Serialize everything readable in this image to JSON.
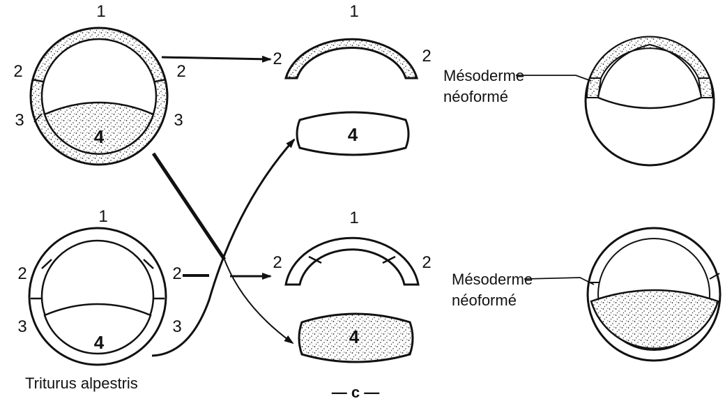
{
  "diagram": {
    "caption_species": "Triturus alpestris",
    "figure_label": "— c —",
    "mesoderm_label_line1": "Mésoderme",
    "mesoderm_label_line2": "néoformé",
    "region_labels": {
      "one": "1",
      "two": "2",
      "three": "3",
      "four": "4"
    },
    "fills": {
      "stippled": "dotted",
      "plain": "white"
    },
    "colors": {
      "ink": "#111111",
      "paper": "#ffffff"
    }
  }
}
